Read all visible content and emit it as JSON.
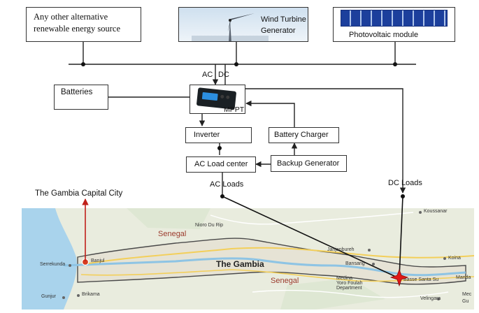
{
  "diagram": {
    "sources": {
      "alt": {
        "line1": "Any other alternative",
        "line2": "renewable energy source"
      },
      "wind": {
        "line1": "Wind Turbine",
        "line2": "Generator"
      },
      "pv": {
        "label": "Photovoltaic module"
      }
    },
    "bus": {
      "ac_label": "AC",
      "dc_label": "DC"
    },
    "batteries": "Batteries",
    "mppt": "MPPT",
    "inverter": "Inverter",
    "battery_charger": "Battery Charger",
    "ac_load_center": "AC Load center",
    "backup_generator": "Backup Generator",
    "ac_loads": "AC Loads",
    "dc_loads": "DC Loads",
    "capital_label": "The Gambia Capital City"
  },
  "map": {
    "colors": {
      "land": "#e9ecde",
      "water": "#a9d3ec",
      "road": "#f3cf5a",
      "border": "#4a4a4a",
      "region_red": "#9b3a2c",
      "capital_marker": "#d63b1f",
      "arrow_red": "#c0201a"
    },
    "countries": {
      "senegal_north": "Senegal",
      "gambia": "The Gambia",
      "senegal_south": "Senegal"
    },
    "places": {
      "nioro": "Nioro Du Rip",
      "koussanar": "Koussanar",
      "serrekunda": "Serrekunda",
      "banjul": "Banjul",
      "brikama": "Brikama",
      "gunjur": "Gunjur",
      "janjanbureh": "Janjanbureh",
      "bansang": "Bansang",
      "koina": "Koina",
      "basse": "Basse Santa Su",
      "manda": "Manda",
      "medina": "Medina",
      "yoro": "Yoro Foulah",
      "department": "Department",
      "velingara": "Velingara",
      "mec": "Mec",
      "gu": "Gu"
    }
  }
}
